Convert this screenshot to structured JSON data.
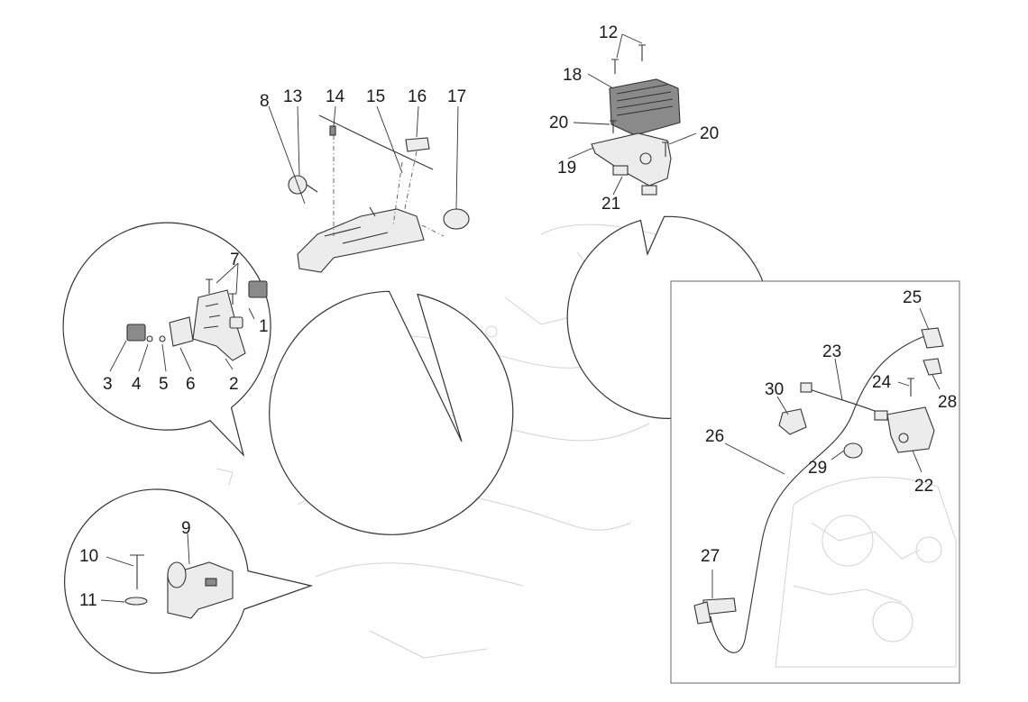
{
  "diagram": {
    "callouts": [
      {
        "id": "1",
        "text": "1"
      },
      {
        "id": "2",
        "text": "2"
      },
      {
        "id": "3",
        "text": "3"
      },
      {
        "id": "4",
        "text": "4"
      },
      {
        "id": "5",
        "text": "5"
      },
      {
        "id": "6",
        "text": "6"
      },
      {
        "id": "7",
        "text": "7"
      },
      {
        "id": "8",
        "text": "8"
      },
      {
        "id": "9",
        "text": "9"
      },
      {
        "id": "10",
        "text": "10"
      },
      {
        "id": "11",
        "text": "11"
      },
      {
        "id": "12",
        "text": "12"
      },
      {
        "id": "13",
        "text": "13"
      },
      {
        "id": "14",
        "text": "14"
      },
      {
        "id": "15",
        "text": "15"
      },
      {
        "id": "16",
        "text": "16"
      },
      {
        "id": "17",
        "text": "17"
      },
      {
        "id": "18",
        "text": "18"
      },
      {
        "id": "19",
        "text": "19"
      },
      {
        "id": "20a",
        "text": "20"
      },
      {
        "id": "20b",
        "text": "20"
      },
      {
        "id": "21",
        "text": "21"
      },
      {
        "id": "22",
        "text": "22"
      },
      {
        "id": "23",
        "text": "23"
      },
      {
        "id": "24",
        "text": "24"
      },
      {
        "id": "25",
        "text": "25"
      },
      {
        "id": "26",
        "text": "26"
      },
      {
        "id": "27",
        "text": "27"
      },
      {
        "id": "28",
        "text": "28"
      },
      {
        "id": "29",
        "text": "29"
      },
      {
        "id": "30",
        "text": "30"
      }
    ]
  }
}
